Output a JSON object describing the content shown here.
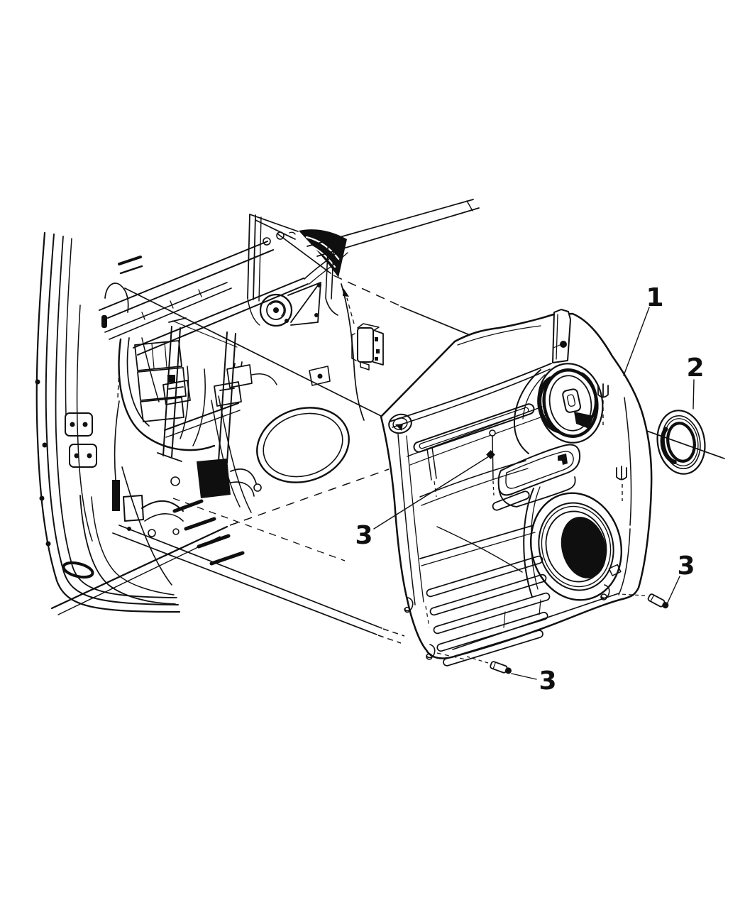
{
  "page": {
    "kind": "door-trim-panel-parts-diagram",
    "background": "#ffffff",
    "ink": "#0f0f0f"
  },
  "callouts": [
    {
      "id": "callout-1",
      "label": "1"
    },
    {
      "id": "callout-2",
      "label": "2"
    },
    {
      "id": "callout-3-left",
      "label": "3"
    },
    {
      "id": "callout-3-bottom",
      "label": "3"
    },
    {
      "id": "callout-3-right",
      "label": "3"
    }
  ],
  "symbols": {
    "push_clip": "trident-push-clip",
    "hook_clip": "j-hook-clip",
    "screw": "shoulder-screw"
  }
}
